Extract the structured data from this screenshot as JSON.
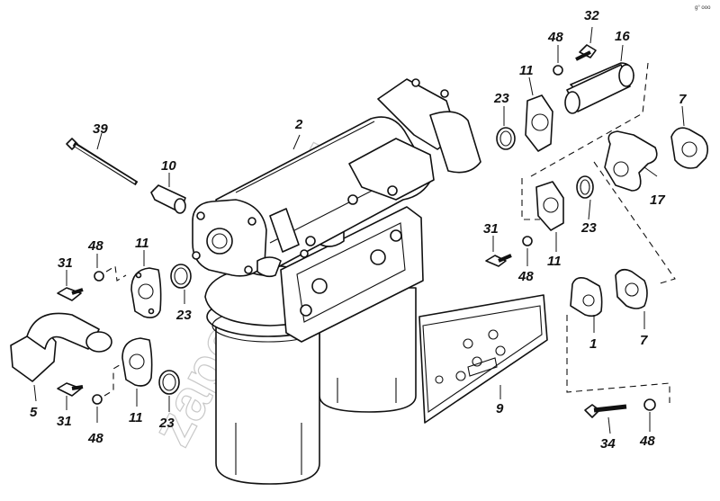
{
  "diagram": {
    "watermark": "zapchasti.ru",
    "corner_mark": "g° ooo",
    "callouts": {
      "c2": "2",
      "c39": "39",
      "c10": "10",
      "c11a": "11",
      "c11b": "11",
      "c11c": "11",
      "c11d": "11",
      "c48a": "48",
      "c48b": "48",
      "c48c": "48",
      "c48d": "48",
      "c48e": "48",
      "c31a": "31",
      "c31b": "31",
      "c31c": "31",
      "c23a": "23",
      "c23b": "23",
      "c23c": "23",
      "c23d": "23",
      "c5": "5",
      "c32": "32",
      "c16": "16",
      "c7a": "7",
      "c7b": "7",
      "c17": "17",
      "c1": "1",
      "c9": "9",
      "c34": "34"
    }
  }
}
